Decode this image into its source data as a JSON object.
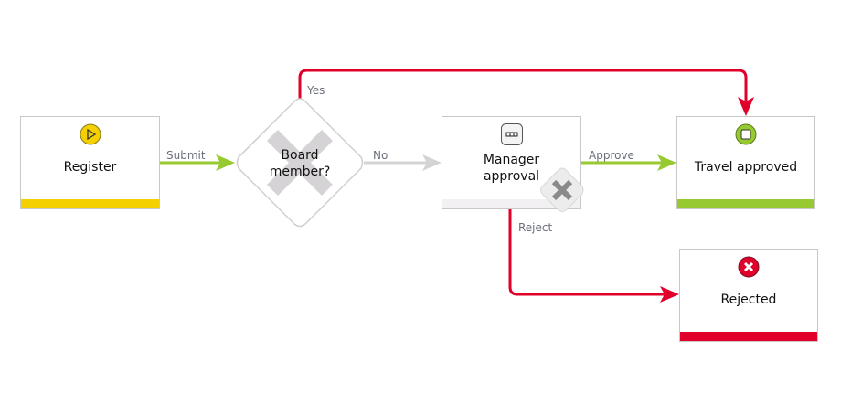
{
  "nodes": {
    "register": {
      "label": "Register",
      "icon": "play-icon",
      "color": "#f5d000"
    },
    "board_member": {
      "label_line1": "Board",
      "label_line2": "member?",
      "icon": "x-gateway-icon"
    },
    "manager_approval": {
      "label_line1": "Manager",
      "label_line2": "approval",
      "icon": "task-icon"
    },
    "travel_approved": {
      "label": "Travel approved",
      "icon": "stop-icon",
      "color": "#97c930"
    },
    "rejected": {
      "label": "Rejected",
      "icon": "error-icon",
      "color": "#e0002a"
    }
  },
  "edges": {
    "submit": "Submit",
    "yes": "Yes",
    "no": "No",
    "approve": "Approve",
    "reject": "Reject"
  },
  "colors": {
    "green": "#97c930",
    "red": "#e0002a",
    "grey": "#d0d0d0"
  }
}
